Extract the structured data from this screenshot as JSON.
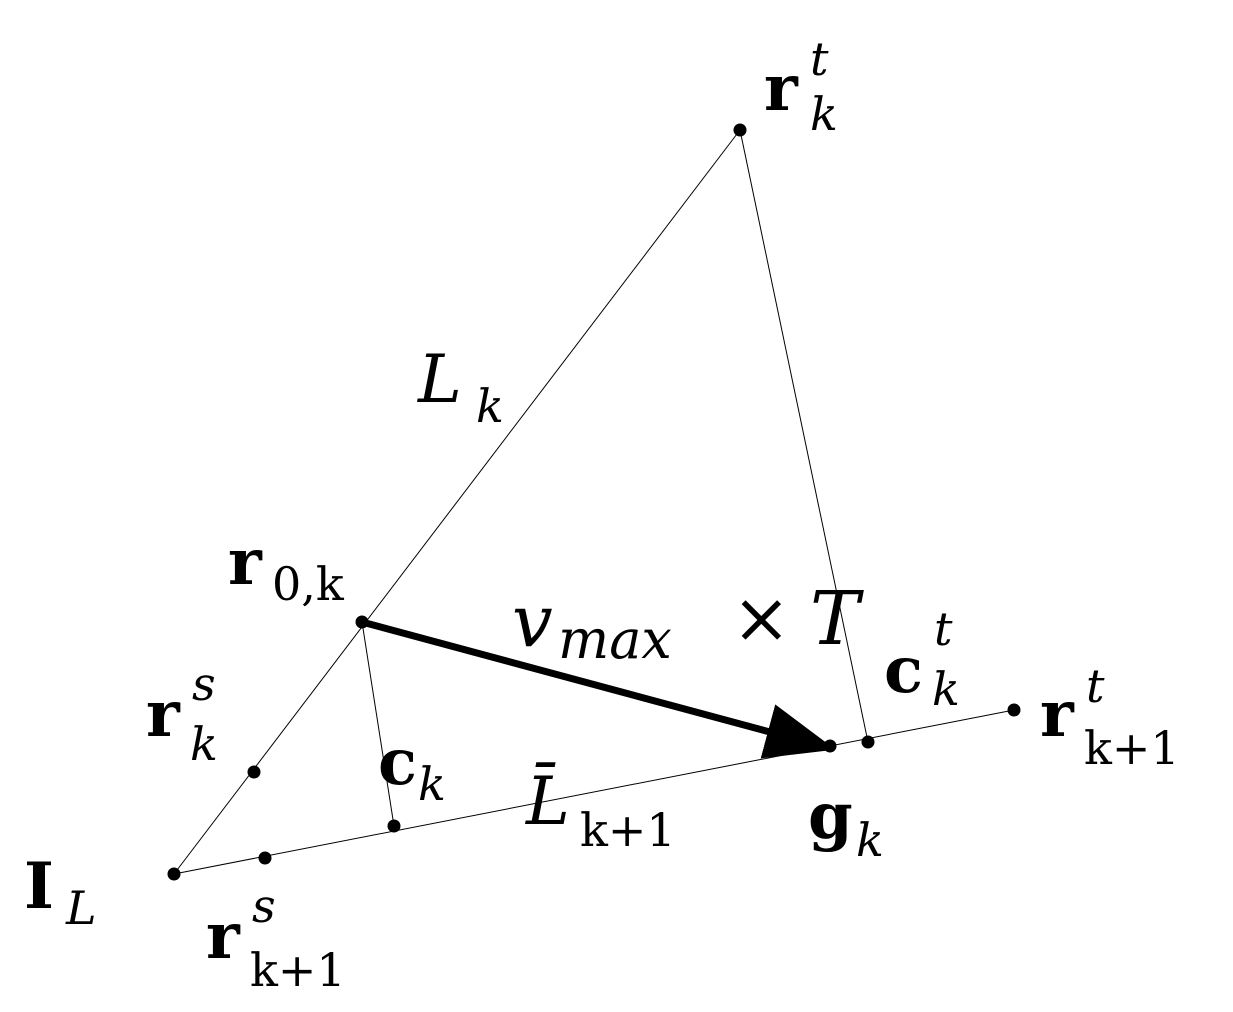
{
  "points": {
    "I_L": {
      "main": "I",
      "sub": "L"
    },
    "r_k_t": {
      "main": "r",
      "sub": "k",
      "sup": "t"
    },
    "r_0k": {
      "main": "r",
      "sub": "0,k"
    },
    "r_k_s": {
      "main": "r",
      "sub": "k",
      "sup": "s"
    },
    "r_k1_s": {
      "main": "r",
      "sub": "k+1",
      "sup": "s"
    },
    "r_k1_t": {
      "main": "r",
      "sub": "k+1",
      "sup": "t"
    },
    "c_k": {
      "main": "c",
      "sub": "k"
    },
    "c_k_t": {
      "main": "c",
      "sub": "k",
      "sup": "t"
    },
    "g_k": {
      "main": "g",
      "sub": "k"
    }
  },
  "segments": {
    "L_k": {
      "main": "L",
      "sub": "k"
    },
    "Lbar_k1": {
      "main": "L̄",
      "sub": "k+1"
    }
  },
  "vector": {
    "v": "v",
    "sub": "max",
    "times": "×",
    "T": "T"
  }
}
